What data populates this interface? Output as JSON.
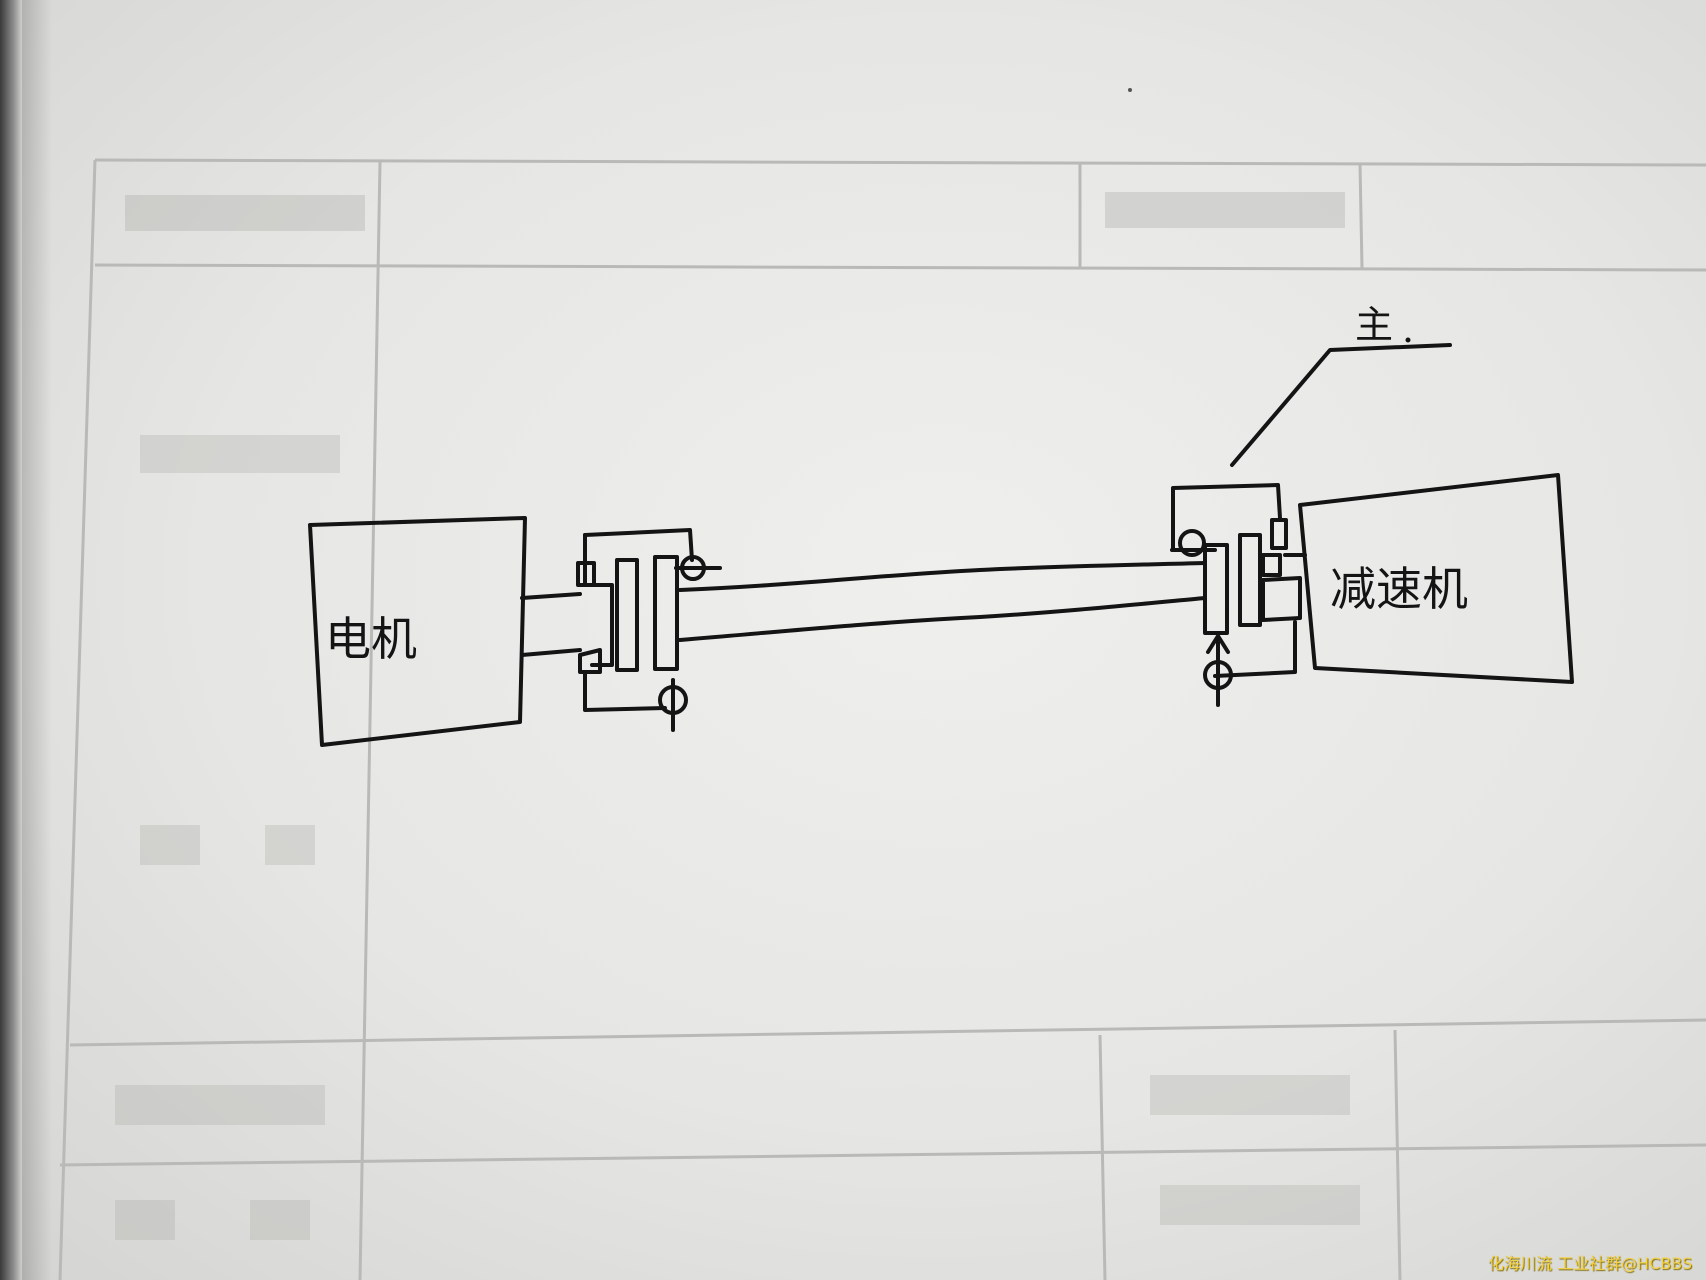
{
  "diagram": {
    "motor_label": "电机",
    "reducer_label": "减速机",
    "callout_label": "主"
  },
  "watermark": "化海川流 工业社群@HCBBS"
}
